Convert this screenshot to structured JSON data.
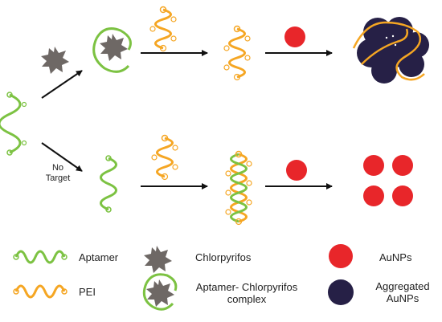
{
  "colors": {
    "aptamer": "#7cc242",
    "pei": "#f5a623",
    "chlorpyrifos": "#6e6865",
    "aunp": "#e8262a",
    "aggregated": "#262046",
    "arrow": "#111111"
  },
  "annotations": {
    "no_target_line1": "No",
    "no_target_line2": "Target"
  },
  "legend": {
    "aptamer": "Aptamer",
    "pei": "PEI",
    "chlorpyrifos": "Chlorpyrifos",
    "complex_line1": "Aptamer- Chlorpyrifos",
    "complex_line2": "complex",
    "aunps": "AuNPs",
    "aggregated_line1": "Aggregated",
    "aggregated_line2": "AuNPs"
  }
}
